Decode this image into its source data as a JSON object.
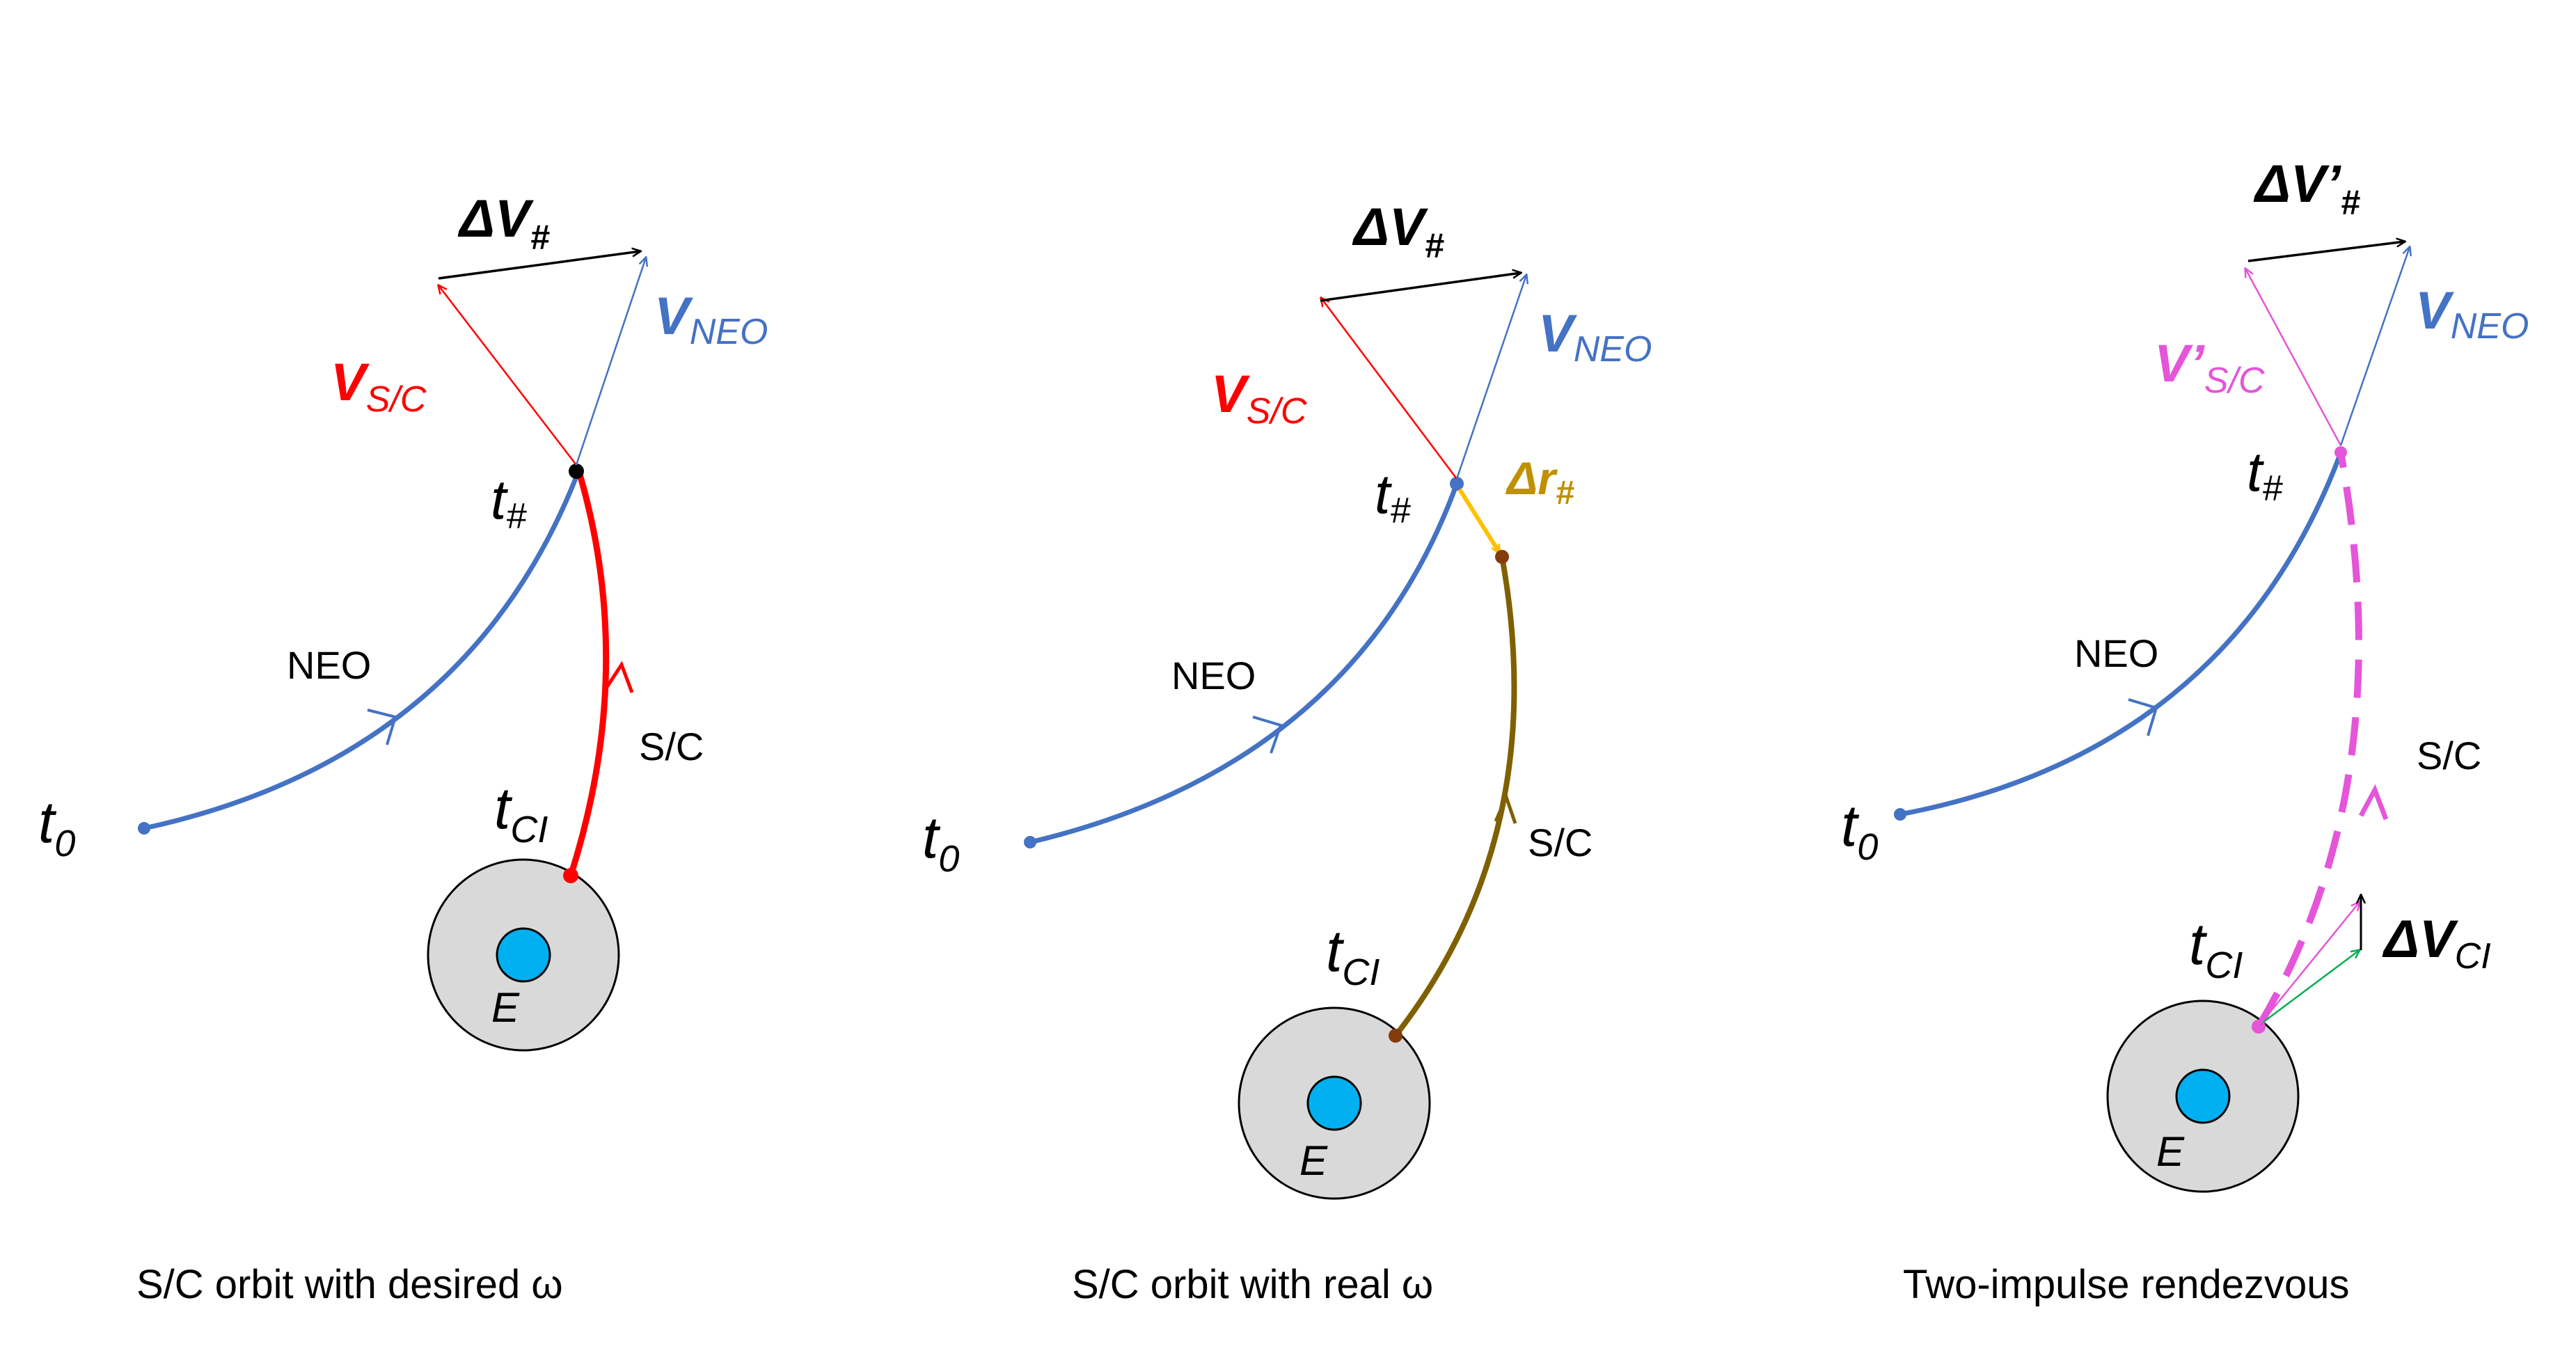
{
  "colors": {
    "neo_orbit": "#4472C4",
    "sc_desired": "#FF0000",
    "sc_real": "#7F6000",
    "sc_two_impulse": "#E455D9",
    "dr_arrow": "#FFC000",
    "dr_label": "#BF9000",
    "dv_ci_green": "#00B050",
    "earth_outer": "#D9D9D9",
    "earth_inner": "#00B0F0",
    "black": "#000000"
  },
  "panels": [
    {
      "caption": "S/C orbit with desired ω",
      "labels": {
        "t0_main": "t",
        "t0_sub": "0",
        "tci_main": "t",
        "tci_sub": "CI",
        "thash_main": "t",
        "thash_sub": "#",
        "neo": "NEO",
        "sc": "S/C",
        "earth": "E",
        "dv_main": "ΔV",
        "dv_sub": "#",
        "vneo_main": "V",
        "vneo_sub": "NEO",
        "vsc_main": "V",
        "vsc_sub": "S/C"
      }
    },
    {
      "caption": "S/C  orbit with real ω",
      "labels": {
        "t0_main": "t",
        "t0_sub": "0",
        "tci_main": "t",
        "tci_sub": "CI",
        "thash_main": "t",
        "thash_sub": "#",
        "neo": "NEO",
        "sc": "S/C",
        "earth": "E",
        "dv_main": "ΔV",
        "dv_sub": "#",
        "vneo_main": "V",
        "vneo_sub": "NEO",
        "vsc_main": "V",
        "vsc_sub": "S/C",
        "dr_main": "Δr",
        "dr_sub": "#"
      }
    },
    {
      "caption": "Two-impulse rendezvous",
      "labels": {
        "t0_main": "t",
        "t0_sub": "0",
        "tci_main": "t",
        "tci_sub": "CI",
        "thash_main": "t",
        "thash_sub": "#",
        "neo": "NEO",
        "sc": "S/C",
        "earth": "E",
        "dv_main": "ΔV’",
        "dv_sub": "#",
        "vneo_main": "V",
        "vneo_sub": "NEO",
        "vsc_main": "V’",
        "vsc_sub": "S/C",
        "dvci_main": "ΔV",
        "dvci_sub": "CI"
      }
    }
  ]
}
